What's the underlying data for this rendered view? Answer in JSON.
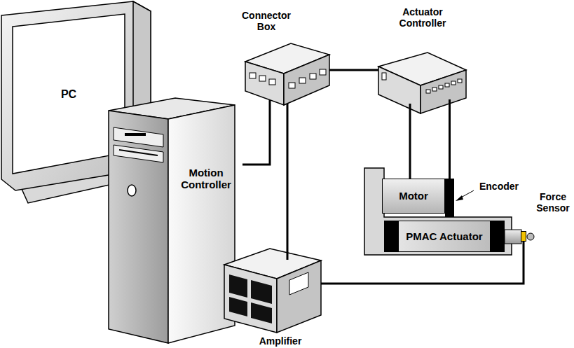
{
  "diagram": {
    "nodes": [
      {
        "text": [
          "PC"
        ]
      },
      {
        "text": [
          "Motion Controller"
        ]
      },
      {
        "text": [
          "Connector Box"
        ]
      },
      {
        "text": [
          "Actuator Controller"
        ]
      },
      {
        "text": [
          "Motor"
        ]
      },
      {
        "text": [
          "Encoder"
        ]
      },
      {
        "text": [
          "PMAC Actuator"
        ]
      },
      {
        "text": [
          "Force Sensor"
        ]
      },
      {
        "text": [
          "Amplifier"
        ]
      }
    ],
    "edges": [
      {
        "from": 1,
        "to": 2,
        "arrow": "none"
      },
      {
        "from": 2,
        "to": 3,
        "arrow": "none"
      },
      {
        "from": 3,
        "to": 4,
        "arrow": "none"
      },
      {
        "from": 3,
        "to": 5,
        "arrow": "none"
      },
      {
        "from": 2,
        "to": 8,
        "arrow": "none"
      },
      {
        "from": 8,
        "to": 7,
        "arrow": "none"
      }
    ]
  }
}
